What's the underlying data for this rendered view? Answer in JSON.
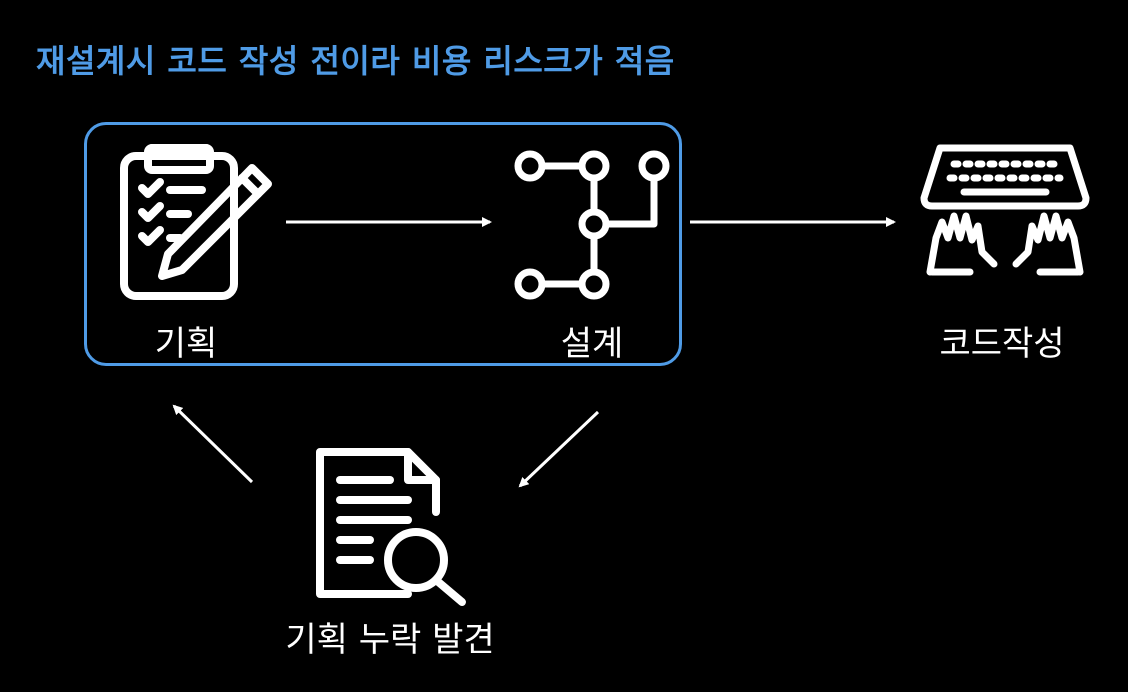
{
  "headline": "재설계시 코드 작성 전이라 비용 리스크가 적음",
  "colors": {
    "background": "#000000",
    "accent": "#4f9be6",
    "foreground": "#ffffff"
  },
  "nodes": {
    "plan": {
      "label": "기획",
      "icon": "clipboard-pencil-icon"
    },
    "design": {
      "label": "설계",
      "icon": "flow-branch-icon"
    },
    "code": {
      "label": "코드작성",
      "icon": "keyboard-hands-icon"
    },
    "discover": {
      "label": "기획 누락 발견",
      "icon": "document-search-icon"
    }
  }
}
